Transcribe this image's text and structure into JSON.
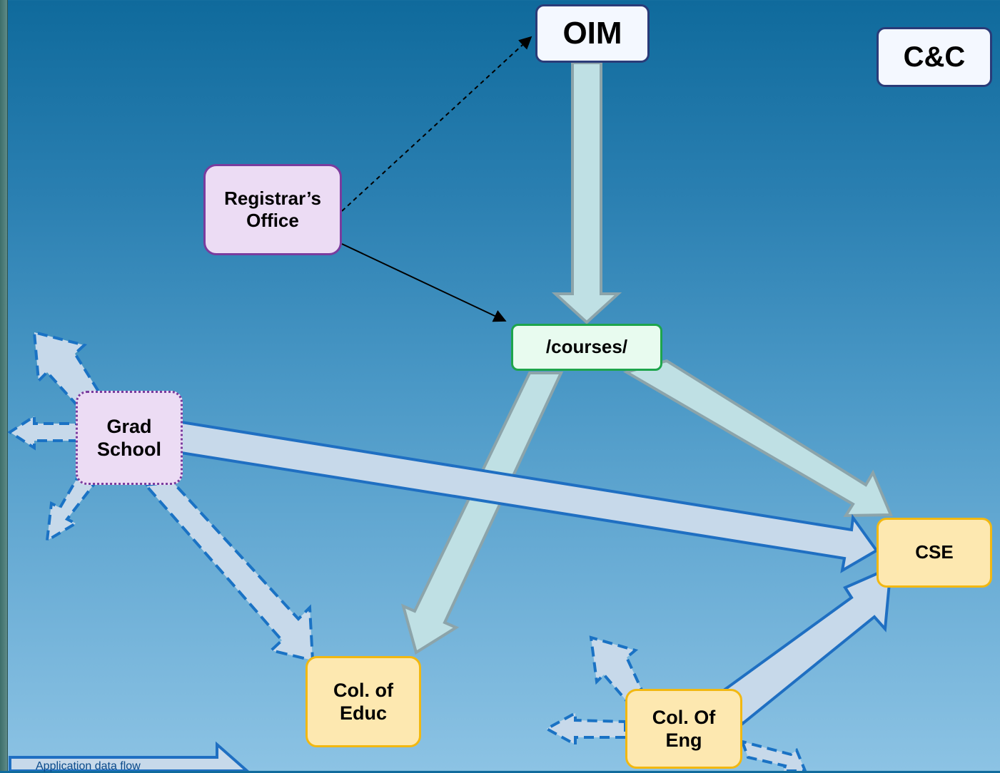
{
  "nodes": {
    "oim": "OIM",
    "cc": "C&C",
    "registrar": "Registrar’s\nOffice",
    "courses": "/courses/",
    "grad_school": "Grad\nSchool",
    "cse": "CSE",
    "col_educ": "Col. of\nEduc",
    "col_eng": "Col. Of\nEng"
  },
  "legend": {
    "label": "Application data flow"
  },
  "colors": {
    "background_top": "#0f6a9c",
    "background_bottom": "#8cc3e4",
    "solid_flow_fill": "#bfe0e4",
    "solid_flow_stroke": "#8ca4aa",
    "dashed_flow_fill": "#c7d9ea",
    "dashed_flow_stroke": "#1a72c4",
    "blue_flow_stroke": "#1f6fc2"
  }
}
